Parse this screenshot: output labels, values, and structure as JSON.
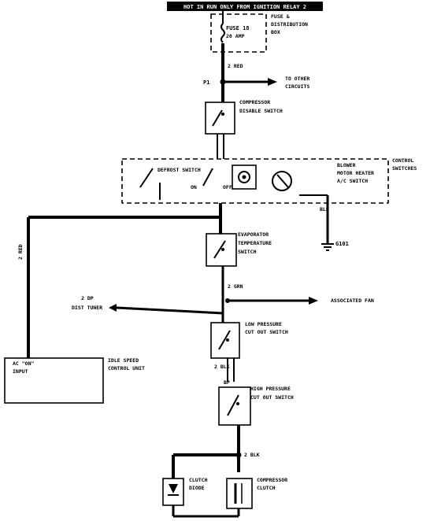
{
  "header": {
    "title": "HOT IN RUN ONLY FROM IGNITION RELAY 2"
  },
  "labels": {
    "fuse_name": "FUSE 18",
    "fuse_rating": "20 AMP",
    "fuse_block_1": "FUSE &",
    "fuse_block_2": "DISTRIBUTION",
    "fuse_block_3": "BOX",
    "wire_top": "2 RED",
    "splice_p": "P1",
    "to_other": "TO OTHER",
    "to_circuits": "CIRCUITS",
    "comp_sw_1": "COMPRESSOR",
    "comp_sw_2": "DISABLE SWITCH",
    "control_sw_1": "CONTROL",
    "control_sw_2": "SWITCHES",
    "defrost_sw": "DEFROST SWITCH",
    "mode_on": "ON",
    "mode_off": "OFF",
    "blower_1": "BLOWER",
    "blower_2": "MOTOR HEATER",
    "blower_3": "A/C SWITCH",
    "wire_blk": "BLK",
    "ground": "G101",
    "wire_left": "2 RED",
    "evap_1": "EVAPORATOR",
    "evap_2": "TEMPERATURE",
    "evap_3": "SWITCH",
    "wire_mid": "2 GRN",
    "to_assoc": "ASSOCIATED FAN",
    "wire_dist": "2 DP",
    "dist_name": "DIST TUNER",
    "low_1": "LOW PRESSURE",
    "low_2": "CUT OUT SWITCH",
    "wire_low": "2 BLK",
    "idle_1": "IDLE SPEED",
    "idle_2": "CONTROL UNIT",
    "idle_box_1": "AC \"ON\"",
    "idle_box_2": "INPUT",
    "wire_high_in": "BP",
    "high_1": "HIGH PRESSURE",
    "high_2": "CUT OUT SWITCH",
    "wire_bot": "2 BLK",
    "diode_1": "CLUTCH",
    "diode_2": "DIODE",
    "clutch_1": "COMPRESSOR",
    "clutch_2": "CLUTCH"
  }
}
